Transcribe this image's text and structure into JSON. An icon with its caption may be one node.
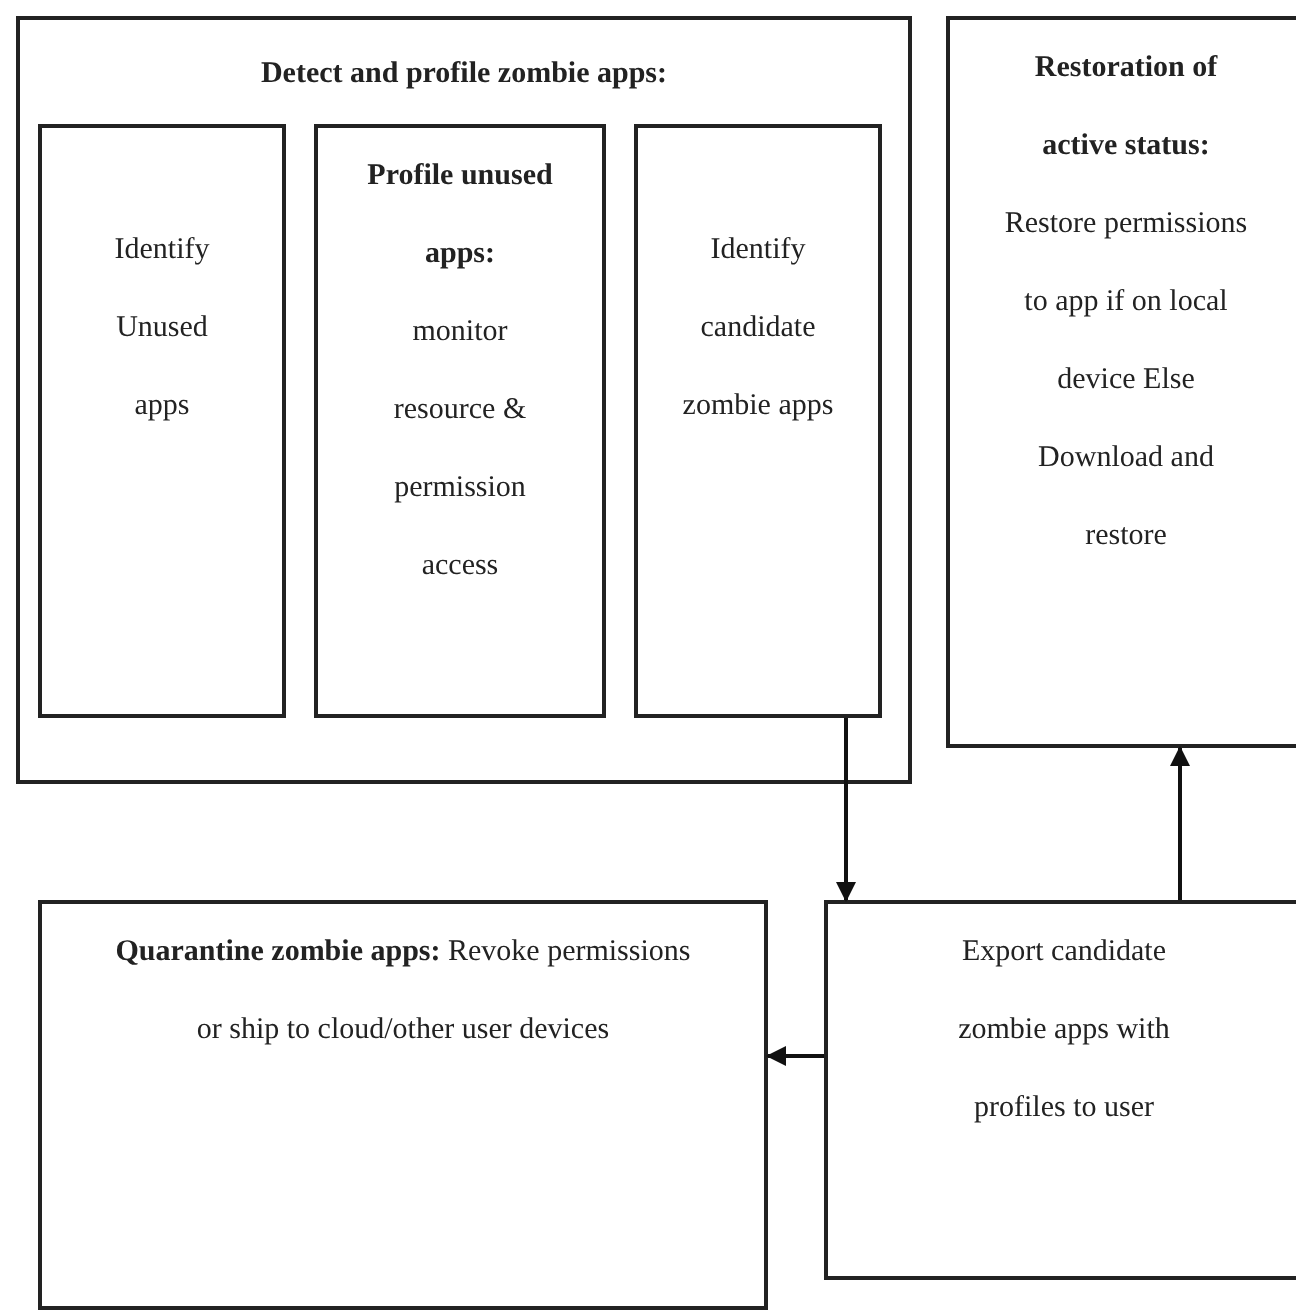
{
  "diagram": {
    "nodes": [
      {
        "text": [
          "Detect and profile zombie apps:"
        ]
      },
      {
        "text": [
          "Identify Unused apps"
        ],
        "in": 0
      },
      {
        "text": [
          "Profile unused apps:",
          "monitor resource & permission access"
        ],
        "in": 0
      },
      {
        "text": [
          "Identify candidate zombie apps"
        ],
        "in": 0
      },
      {
        "text": [
          "Restoration of active status:",
          "Restore permissions to app if on local device Else Download and restore"
        ]
      },
      {
        "text": [
          "**Quarantine zombie apps:** Revoke permissions or ship to cloud/other user devices"
        ]
      },
      {
        "text": [
          "Export candidate zombie apps with profiles to user"
        ]
      }
    ],
    "edges": [
      {
        "from": 3,
        "to": 6,
        "arrow": "to"
      },
      {
        "from": 6,
        "to": 4,
        "arrow": "to"
      },
      {
        "from": 6,
        "to": 5,
        "arrow": "to"
      }
    ]
  }
}
